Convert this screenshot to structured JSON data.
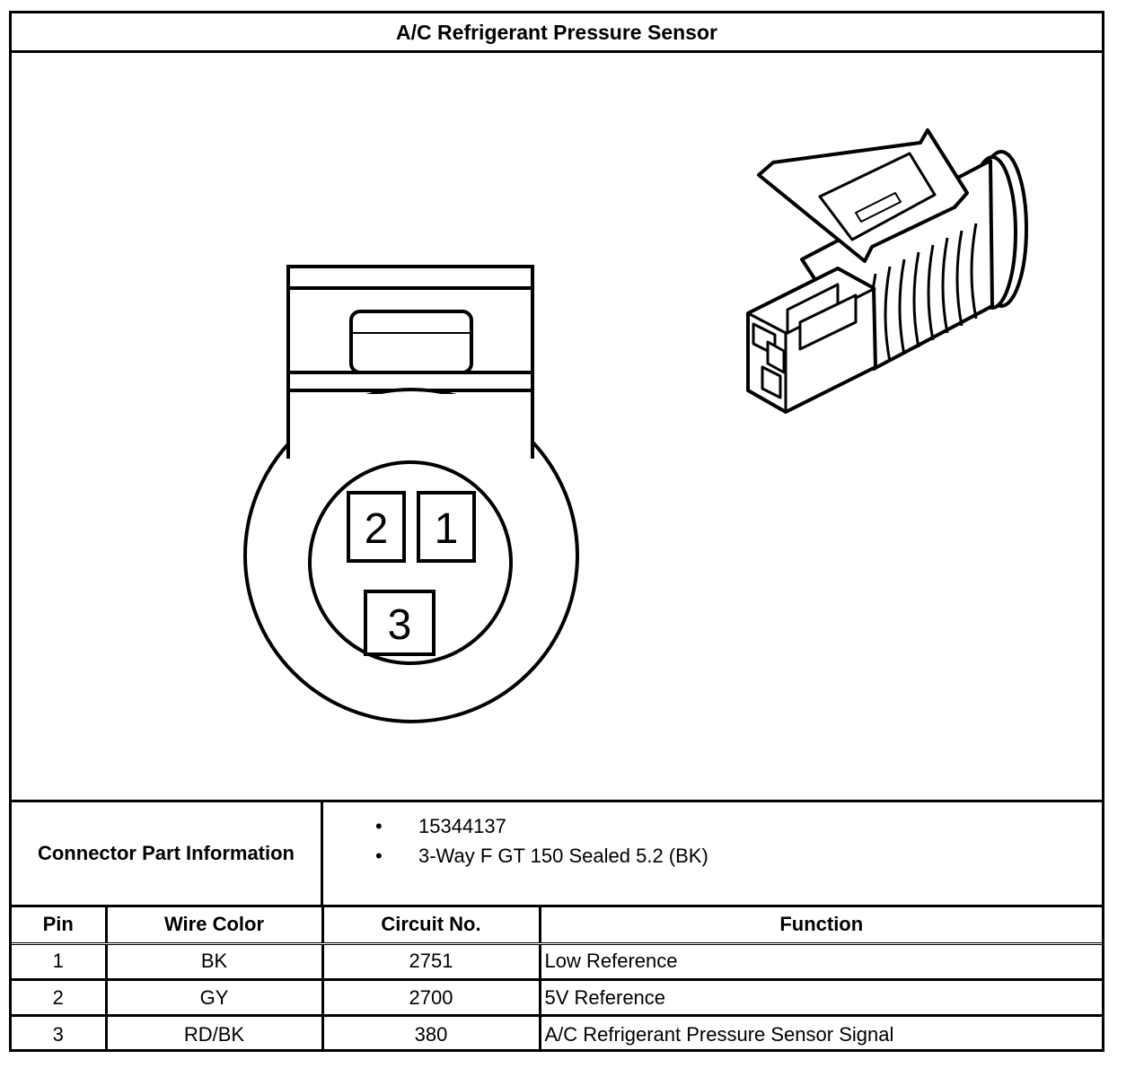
{
  "title": "A/C Refrigerant Pressure Sensor",
  "connector_face": {
    "pins": [
      "2",
      "1",
      "3"
    ]
  },
  "part_info": {
    "label": "Connector Part Information",
    "items": [
      "15344137",
      "3-Way F GT 150 Sealed 5.2 (BK)"
    ],
    "bullet": "•"
  },
  "pin_table": {
    "headers": {
      "pin": "Pin",
      "wire_color": "Wire Color",
      "circuit": "Circuit No.",
      "function": "Function"
    },
    "rows": [
      {
        "pin": "1",
        "wire_color": "BK",
        "circuit": "2751",
        "function": "Low Reference"
      },
      {
        "pin": "2",
        "wire_color": "GY",
        "circuit": "2700",
        "function": "5V Reference"
      },
      {
        "pin": "3",
        "wire_color": "RD/BK",
        "circuit": "380",
        "function": "A/C Refrigerant Pressure Sensor Signal"
      }
    ]
  }
}
